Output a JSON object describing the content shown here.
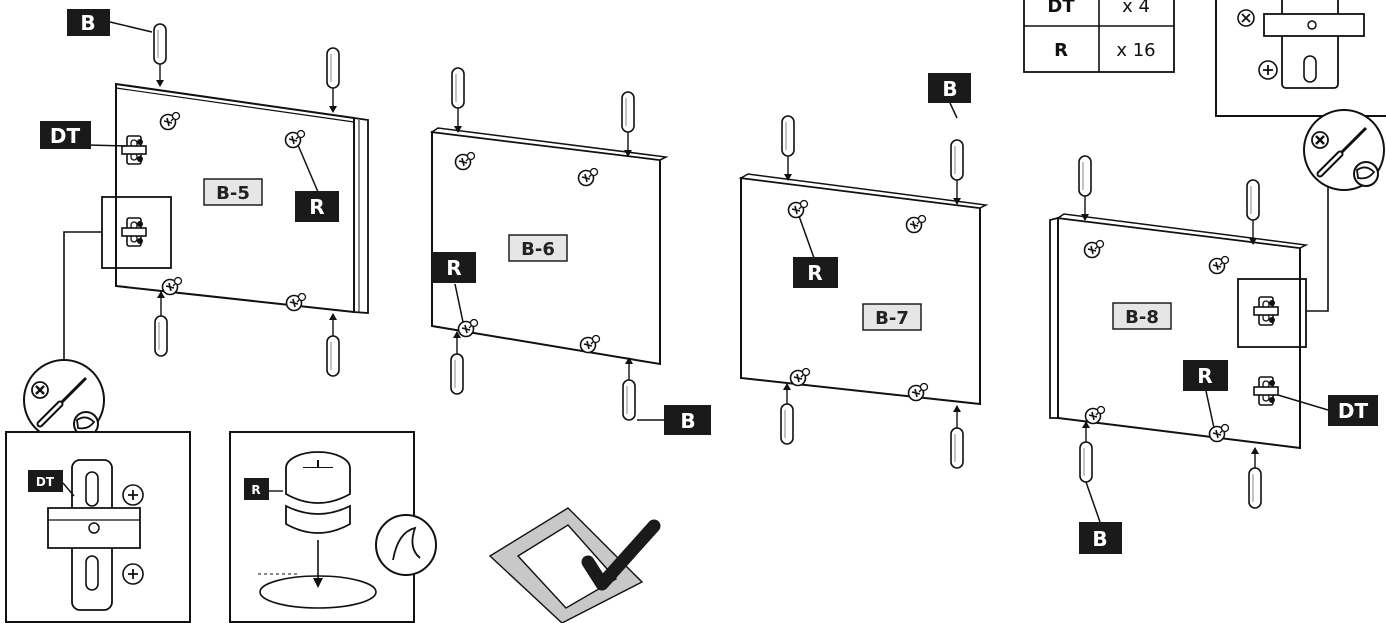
{
  "panels": [
    {
      "id": "panel-b5",
      "label": "B-5"
    },
    {
      "id": "panel-b6",
      "label": "B-6"
    },
    {
      "id": "panel-b7",
      "label": "B-7"
    },
    {
      "id": "panel-b8",
      "label": "B-8"
    }
  ],
  "part_tags": {
    "dowel": "B",
    "hinge_plate": "DT",
    "cam_lock": "R"
  },
  "parts_table": [
    {
      "code": "DT",
      "qty": "x 4"
    },
    {
      "code": "R",
      "qty": "x 16"
    }
  ],
  "colors": {
    "line": "#111111",
    "tag_bg": "#1a1a1a",
    "label_bg": "#e6e6e6",
    "mat": "#c8c8c8",
    "check": "#1a1a1a"
  },
  "icons": [
    "dowel-icon",
    "cam-lock-icon",
    "hinge-plate-icon",
    "screwdriver-icon",
    "phillips-screw-icon",
    "tape-measure-icon",
    "checkmark-icon",
    "glue-icon"
  ]
}
